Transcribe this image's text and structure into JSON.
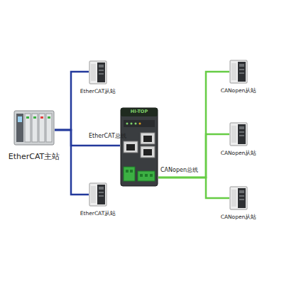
{
  "diagram": {
    "nodes": [
      {
        "text": [
          "EtherCAT主站"
        ]
      },
      {
        "text": [
          "EtherCAT从站"
        ]
      },
      {
        "text": [
          "HI-TOP"
        ]
      },
      {
        "text": [
          "EtherCAT从站"
        ]
      },
      {
        "text": [
          "CANopen从站"
        ]
      },
      {
        "text": [
          "CANopen从站"
        ]
      },
      {
        "text": [
          "CANopen从站"
        ]
      }
    ],
    "edges": [
      {
        "from": 0,
        "to": 1,
        "arrow": "none"
      },
      {
        "from": 0,
        "to": 2,
        "arrow": "none",
        "label": "EtherCAT总线"
      },
      {
        "from": 0,
        "to": 3,
        "arrow": "none"
      },
      {
        "from": 2,
        "to": 4,
        "arrow": "none"
      },
      {
        "from": 2,
        "to": 5,
        "arrow": "none",
        "label": "CANopen总线"
      },
      {
        "from": 2,
        "to": 6,
        "arrow": "none"
      }
    ]
  }
}
